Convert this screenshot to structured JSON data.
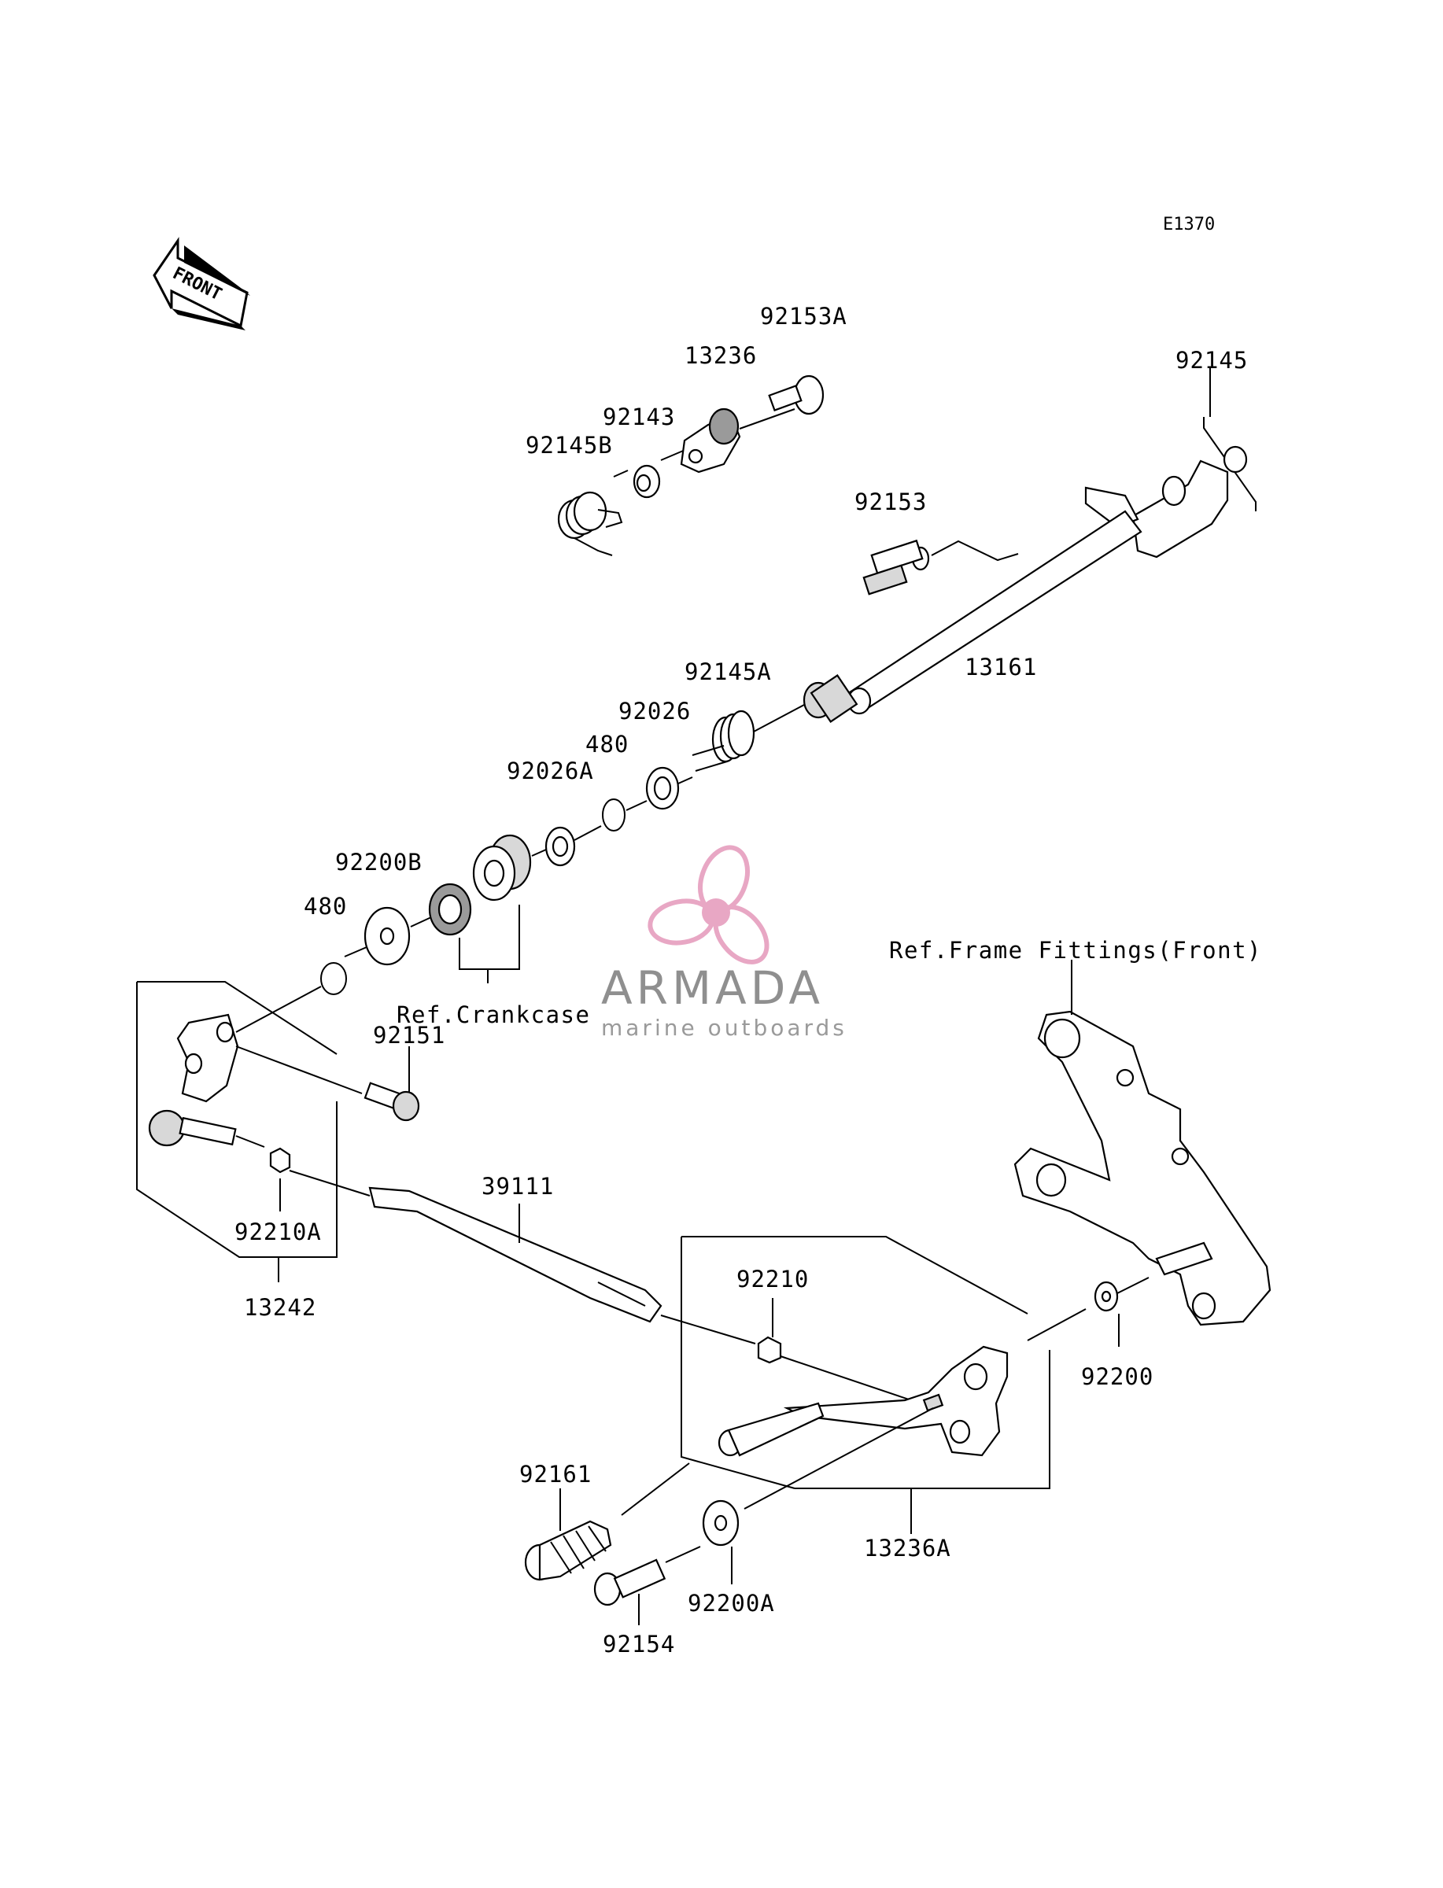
{
  "diagram": {
    "code": "E1370",
    "front_arrow_label": "FRONT",
    "labels": {
      "p92153A": "92153A",
      "p13236": "13236",
      "p92143": "92143",
      "p92145B": "92145B",
      "p92145": "92145",
      "p92153": "92153",
      "p13161": "13161",
      "p92145A": "92145A",
      "p92026": "92026",
      "p480a": "480",
      "p92026A": "92026A",
      "p92200B": "92200B",
      "p480b": "480",
      "p92151": "92151",
      "p92210A": "92210A",
      "p13242": "13242",
      "p39111": "39111",
      "p92210": "92210",
      "p92200": "92200",
      "p92161": "92161",
      "p13236A": "13236A",
      "p92200A": "92200A",
      "p92154": "92154"
    },
    "references": {
      "crankcase": "Ref.Crankcase",
      "frame": "Ref.Frame Fittings(Front)"
    }
  },
  "watermark": {
    "brand": "ARMADA",
    "tagline": "marine outboards",
    "accent_color": "#e8a7c4"
  }
}
